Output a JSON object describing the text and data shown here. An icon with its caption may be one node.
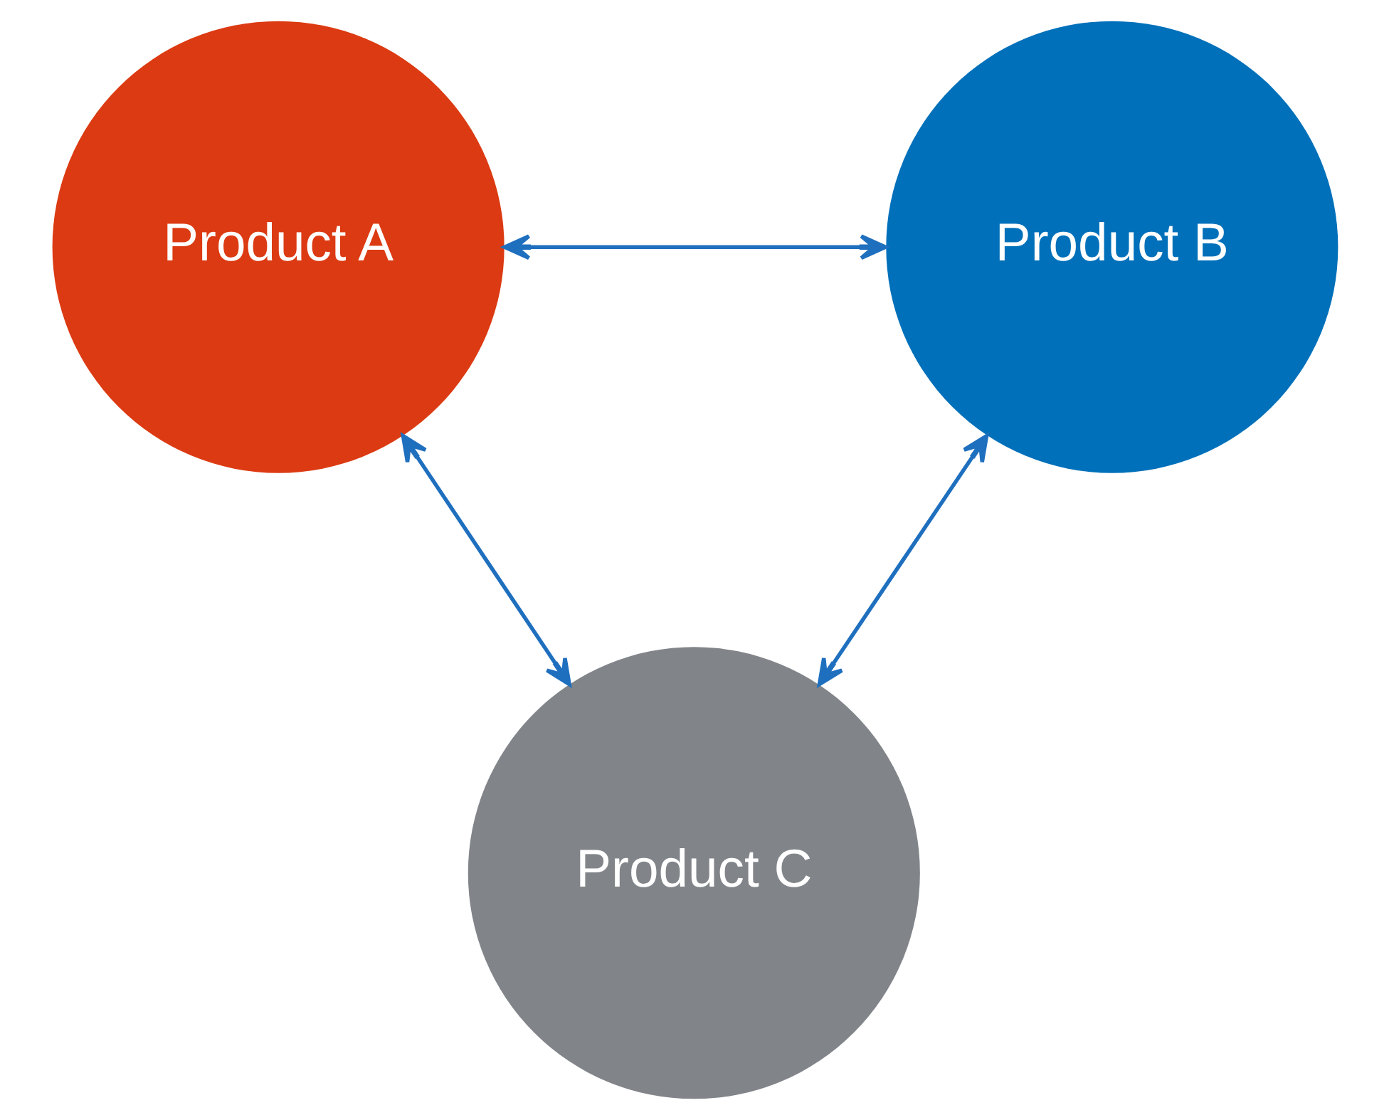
{
  "diagram": {
    "nodes": [
      {
        "text": [
          "Product A"
        ]
      },
      {
        "text": [
          "Product B"
        ]
      },
      {
        "text": [
          "Product C"
        ]
      }
    ],
    "edges": [
      {
        "from": 0,
        "to": 1,
        "arrow": "both"
      },
      {
        "from": 0,
        "to": 2,
        "arrow": "both"
      },
      {
        "from": 1,
        "to": 2,
        "arrow": "both"
      }
    ]
  }
}
